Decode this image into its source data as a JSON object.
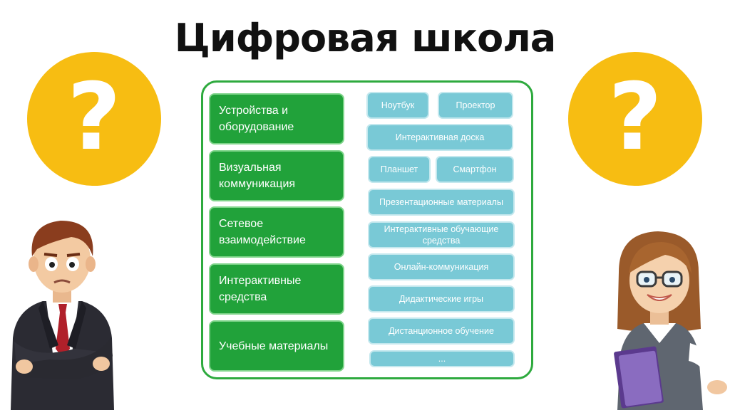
{
  "title": "Цифровая школа",
  "question_mark": "?",
  "categories": [
    "Устройства и оборудование",
    "Визуальная коммуникация",
    "Сетевое взаимодействие",
    "Интерактивные средства",
    "Учебные материалы"
  ],
  "items": {
    "notebook": "Ноутбук",
    "projector": "Проектор",
    "interactive_board": "Интерактивная доска",
    "tablet": "Планшет",
    "smartphone": "Смартфон",
    "presentation_materials": "Презентационные материалы",
    "interactive_learning_tools": "Интерактивные обучающие средства",
    "online_communication": "Онлайн-коммуникация",
    "didactic_games": "Дидактические игры",
    "distance_learning": "Дистанционное обучение",
    "more": "..."
  },
  "colors": {
    "accent_yellow": "#f7bd12",
    "category_green": "#21a23a",
    "panel_border": "#2eaa3e",
    "item_blue": "#79c9d6"
  }
}
